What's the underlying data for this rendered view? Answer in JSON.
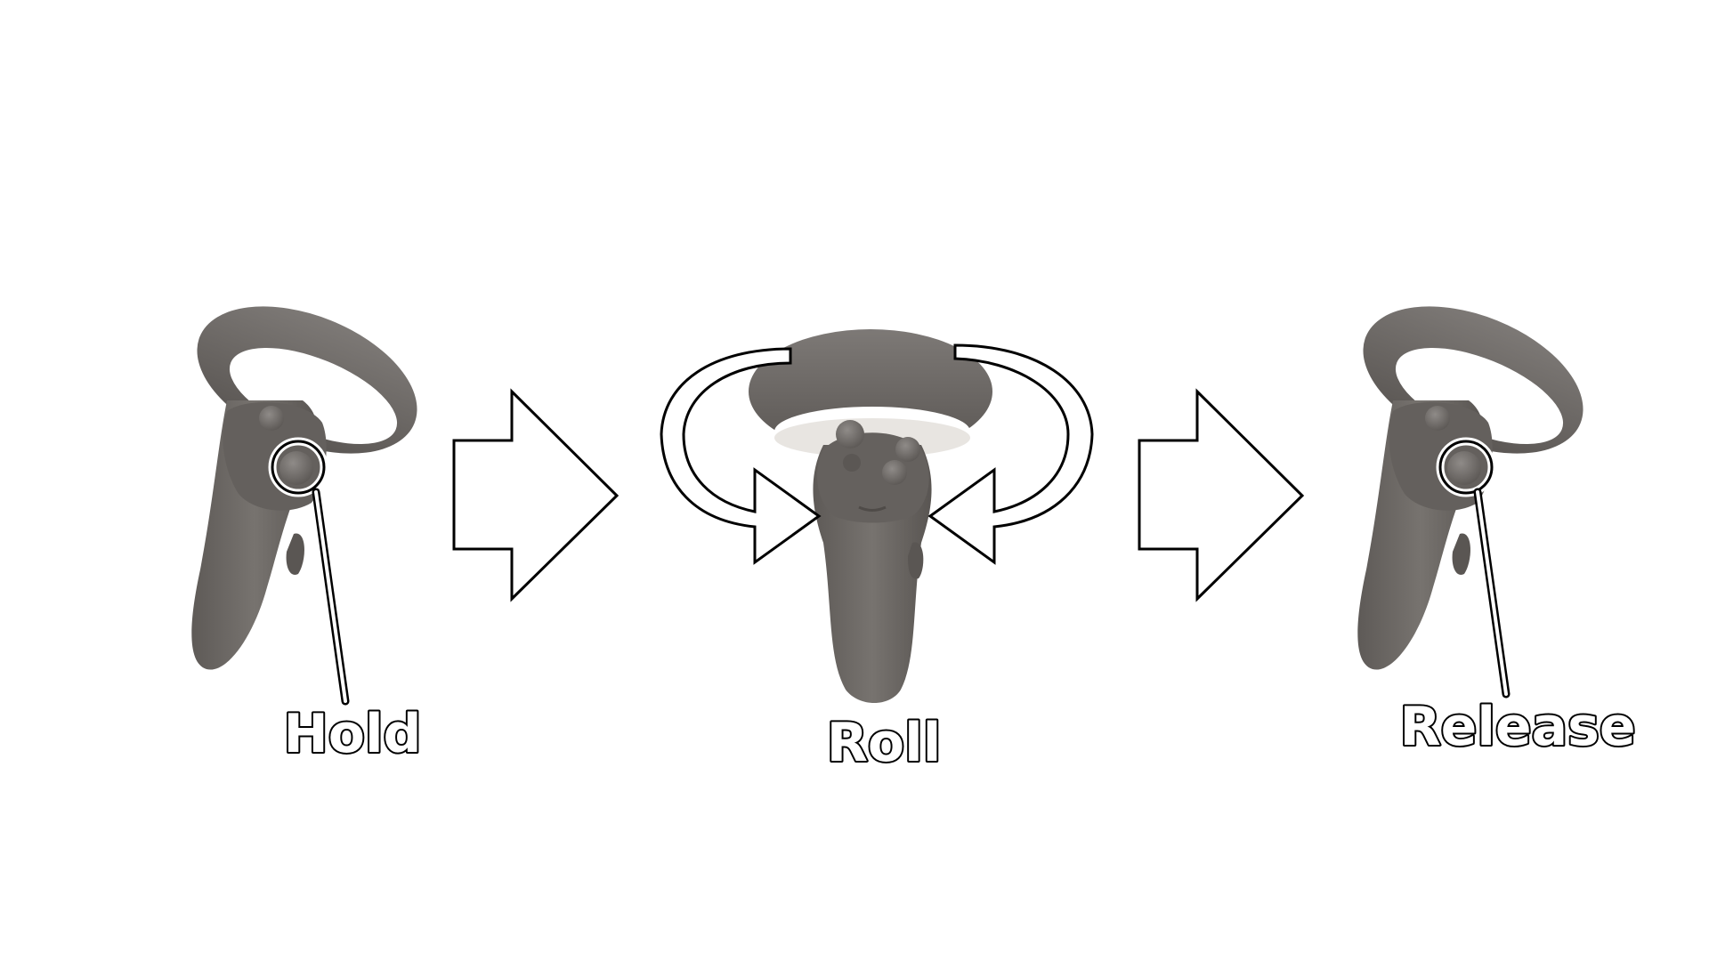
{
  "steps": [
    {
      "label": "Hold",
      "icon": "controller-icon"
    },
    {
      "label": "Roll",
      "icon": "controller-icon"
    },
    {
      "label": "Release",
      "icon": "controller-icon"
    }
  ],
  "colors": {
    "background": "#ffffff",
    "controller": "#6e6a67",
    "controller_dark": "#55514e",
    "controller_light": "#8b8784",
    "outline": "#000000"
  }
}
